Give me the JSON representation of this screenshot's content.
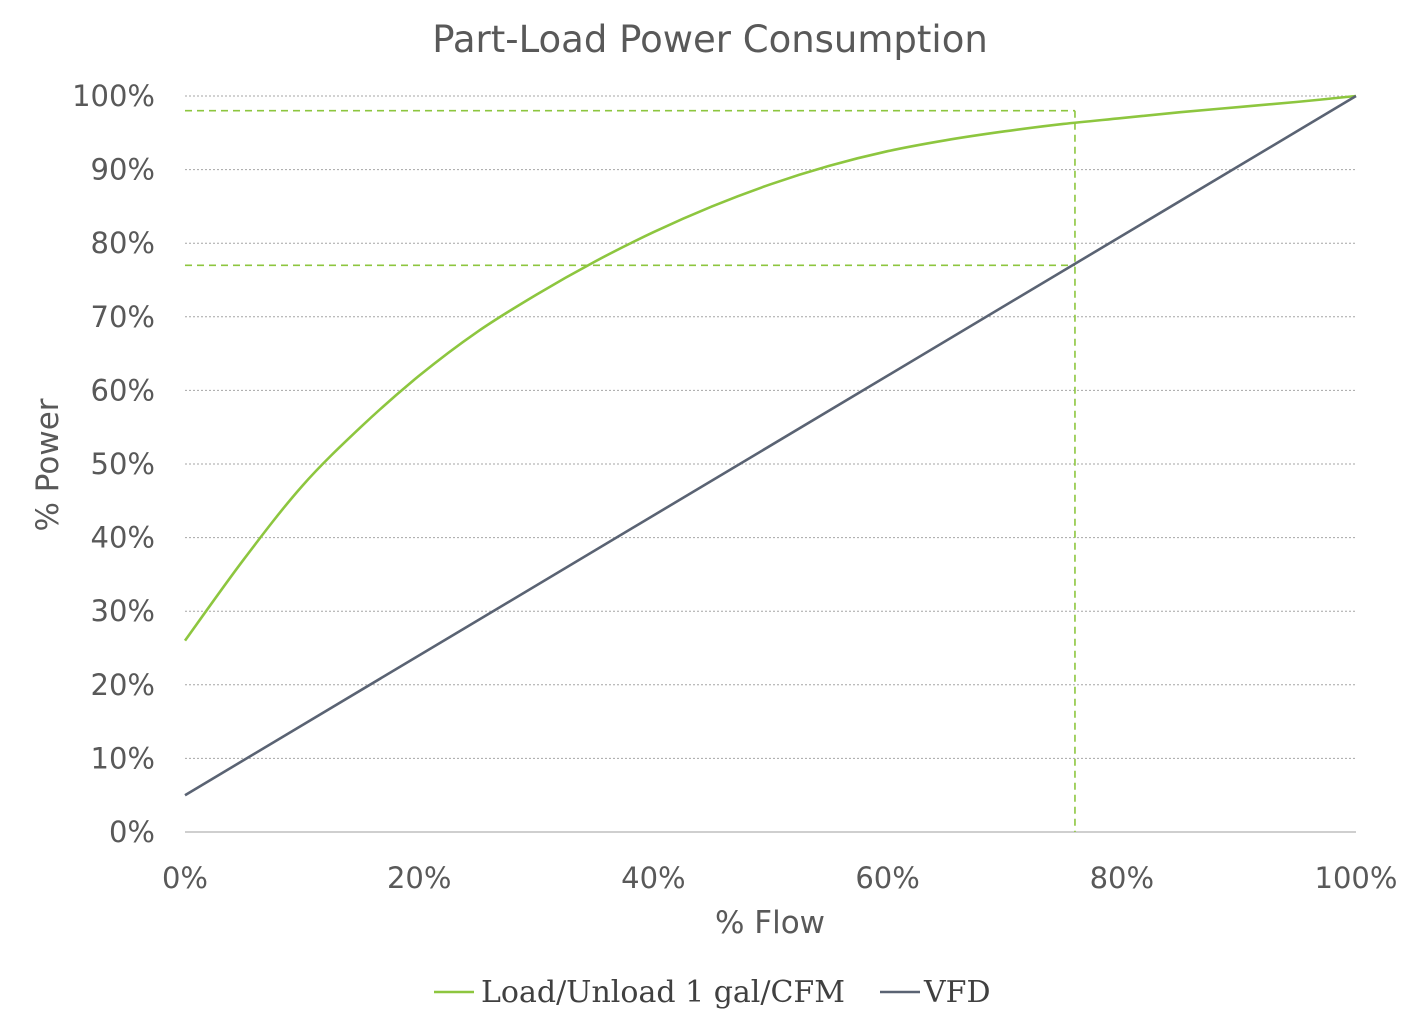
{
  "chart_data": {
    "type": "line",
    "title": "Part-Load Power Consumption",
    "xlabel": "% Flow",
    "ylabel": "% Power",
    "xlim": [
      0,
      100
    ],
    "ylim": [
      0,
      100
    ],
    "x_ticks": [
      "0%",
      "20%",
      "40%",
      "60%",
      "80%",
      "100%"
    ],
    "y_ticks": [
      "0%",
      "10%",
      "20%",
      "30%",
      "40%",
      "50%",
      "60%",
      "70%",
      "80%",
      "90%",
      "100%"
    ],
    "grid": true,
    "legend_position": "bottom",
    "series": [
      {
        "name": "Load/Unload 1 gal/CFM",
        "color": "#8dc63f",
        "x": [
          0,
          5,
          10,
          15,
          20,
          25,
          30,
          35,
          40,
          45,
          50,
          55,
          60,
          65,
          70,
          75,
          80,
          85,
          90,
          95,
          100
        ],
        "y": [
          26,
          37,
          47,
          55,
          62,
          68,
          73,
          77.5,
          81.5,
          85,
          88,
          90.5,
          92.5,
          94,
          95.2,
          96.2,
          97,
          97.8,
          98.5,
          99.2,
          100
        ]
      },
      {
        "name": "VFD",
        "color": "#5a6373",
        "x": [
          0,
          100
        ],
        "y": [
          5,
          100
        ]
      }
    ],
    "reference_lines": {
      "color": "#8dc63f",
      "x": 76,
      "y": [
        98,
        77
      ]
    }
  }
}
